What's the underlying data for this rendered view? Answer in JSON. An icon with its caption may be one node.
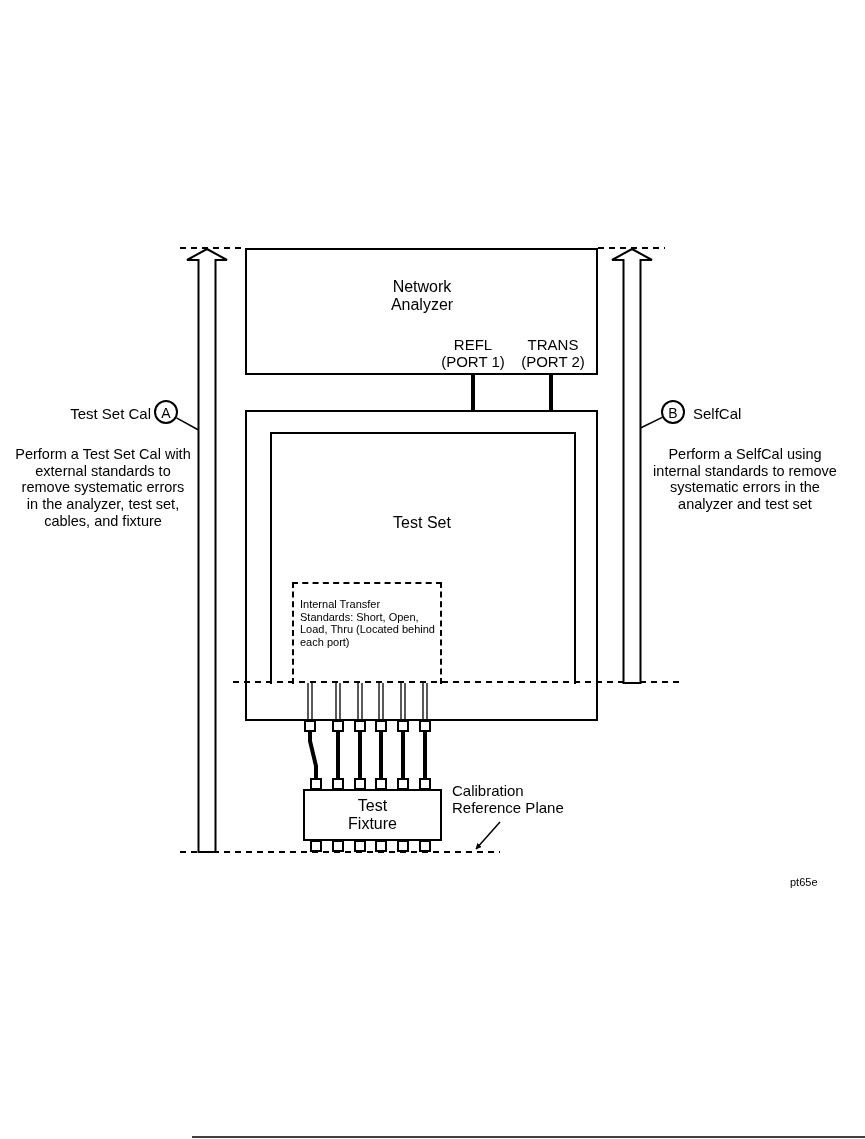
{
  "diagram": {
    "nodes": [
      {
        "text": [
          "Network Analyzer",
          "REFL (PORT 1)",
          "TRANS (PORT 2)"
        ]
      },
      {
        "text": [],
        "shape": "box"
      },
      {
        "text": [
          "Test Set"
        ],
        "in": 1
      },
      {
        "text": [
          "Internal Transfer Standards: Short, Open, Load, Thru (Located behind each port)"
        ],
        "in": 2
      },
      {
        "text": [
          "Test Fixture"
        ]
      },
      {
        "text": [
          "A"
        ],
        "beside": [
          "Test Set Cal"
        ]
      },
      {
        "text": [
          "B"
        ],
        "beside": [
          "SelfCal"
        ]
      },
      {
        "text": [],
        "shape": "arrow"
      },
      {
        "text": [],
        "shape": "arrow"
      },
      {
        "text": [
          "Calibration Reference Plane"
        ]
      }
    ],
    "edges": [
      {
        "from": 0,
        "to": 1,
        "arrow": "none"
      },
      {
        "from": 0,
        "to": 1,
        "arrow": "none"
      },
      {
        "from": 1,
        "to": 4,
        "arrow": "other"
      },
      {
        "from": 1,
        "to": 4,
        "arrow": "other"
      },
      {
        "from": 1,
        "to": 4,
        "arrow": "other"
      },
      {
        "from": 1,
        "to": 4,
        "arrow": "other"
      },
      {
        "from": 1,
        "to": 4,
        "arrow": "other"
      },
      {
        "from": 1,
        "to": 4,
        "arrow": "other"
      },
      {
        "from": 5,
        "to": 7,
        "arrow": "none"
      },
      {
        "from": 6,
        "to": 8,
        "arrow": "none"
      },
      {
        "from": 9,
        "to": null,
        "arrow": "to"
      }
    ],
    "labels": [
      "Perform a Test Set Cal with external standards to remove systematic errors in the analyzer, test set, cables, and fixture",
      "Perform a SelfCal using internal standards to remove systematic errors in the analyzer and test set",
      "pt65e"
    ]
  }
}
